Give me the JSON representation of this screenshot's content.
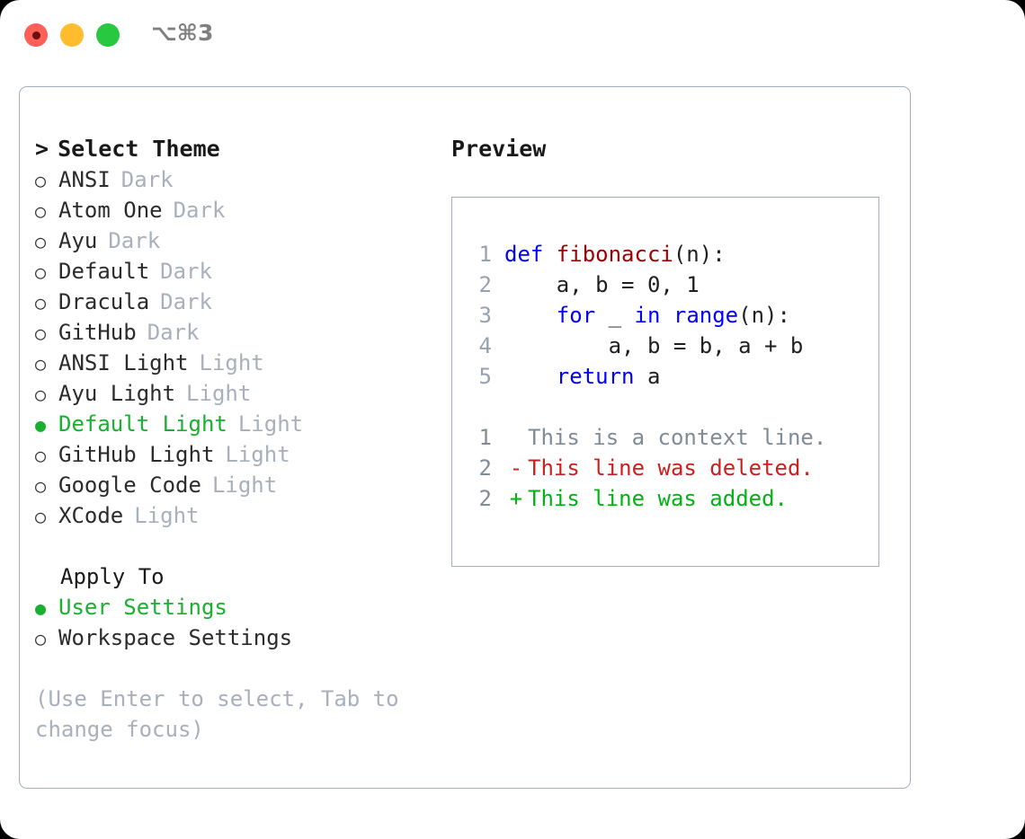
{
  "titlebar": {
    "shortcut": "⌥⌘3",
    "lights": [
      {
        "name": "close-button",
        "color": "#ff5f57"
      },
      {
        "name": "minimize-button",
        "color": "#ffbd2e"
      },
      {
        "name": "maximize-button",
        "color": "#28c840"
      }
    ]
  },
  "theme_list": {
    "header": "Select Theme",
    "caret": ">",
    "bullet_unselected": "○",
    "bullet_selected": "●",
    "items": [
      {
        "name": "ANSI",
        "category": "Dark",
        "selected": false
      },
      {
        "name": "Atom One",
        "category": "Dark",
        "selected": false
      },
      {
        "name": "Ayu",
        "category": "Dark",
        "selected": false
      },
      {
        "name": "Default",
        "category": "Dark",
        "selected": false
      },
      {
        "name": "Dracula",
        "category": "Dark",
        "selected": false
      },
      {
        "name": "GitHub",
        "category": "Dark",
        "selected": false
      },
      {
        "name": "ANSI Light",
        "category": "Light",
        "selected": false
      },
      {
        "name": "Ayu Light",
        "category": "Light",
        "selected": false
      },
      {
        "name": "Default Light",
        "category": "Light",
        "selected": true
      },
      {
        "name": "GitHub Light",
        "category": "Light",
        "selected": false
      },
      {
        "name": "Google Code",
        "category": "Light",
        "selected": false
      },
      {
        "name": "XCode",
        "category": "Light",
        "selected": false
      }
    ]
  },
  "apply_to": {
    "header": "Apply To",
    "options": [
      {
        "label": "User Settings",
        "selected": true
      },
      {
        "label": "Workspace Settings",
        "selected": false
      }
    ]
  },
  "hint": "(Use Enter to select, Tab to change focus)",
  "preview": {
    "title": "Preview",
    "code_lines": [
      {
        "no": "1",
        "tokens": [
          {
            "t": "def ",
            "c": "kw"
          },
          {
            "t": "fibonacci",
            "c": "fn"
          },
          {
            "t": "(n):",
            "c": "plain"
          }
        ]
      },
      {
        "no": "2",
        "tokens": [
          {
            "t": "    a, b = 0, 1",
            "c": "plain"
          }
        ]
      },
      {
        "no": "3",
        "tokens": [
          {
            "t": "    ",
            "c": "plain"
          },
          {
            "t": "for",
            "c": "kw"
          },
          {
            "t": " _ ",
            "c": "plain"
          },
          {
            "t": "in",
            "c": "kw"
          },
          {
            "t": " ",
            "c": "plain"
          },
          {
            "t": "range",
            "c": "kw"
          },
          {
            "t": "(n):",
            "c": "plain"
          }
        ]
      },
      {
        "no": "4",
        "tokens": [
          {
            "t": "        a, b = b, a + b",
            "c": "plain"
          }
        ]
      },
      {
        "no": "5",
        "tokens": [
          {
            "t": "    ",
            "c": "plain"
          },
          {
            "t": "return",
            "c": "kw"
          },
          {
            "t": " a",
            "c": "plain"
          }
        ]
      }
    ],
    "diff_lines": [
      {
        "no": "1",
        "marker": " ",
        "text": "This is a context line.",
        "kind": "ctx"
      },
      {
        "no": "2",
        "marker": "-",
        "text": "This line was deleted.",
        "kind": "del"
      },
      {
        "no": "2",
        "marker": "+",
        "text": "This line was added.",
        "kind": "add"
      }
    ]
  },
  "colors": {
    "accent_green": "#17b02f",
    "muted": "#a8b0bb",
    "border": "#a3adbb",
    "keyword": "#0000ff",
    "function": "#a00000",
    "diff_delete": "#cc1f1f",
    "diff_add": "#00b312"
  }
}
